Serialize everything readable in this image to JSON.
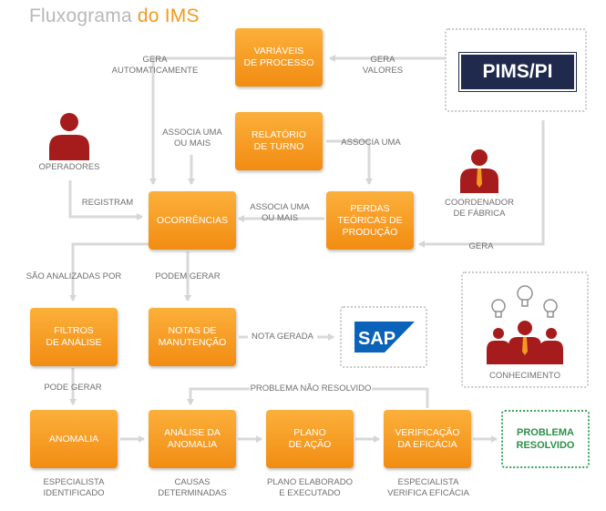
{
  "title": {
    "prefix": "Fluxograma ",
    "accent": "do IMS"
  },
  "boxes": {
    "variaveis": "VARIÁVEIS\nDE PROCESSO",
    "relatorio": "RELATÓRIO\nDE TURNO",
    "ocorrencias": "OCORRÊNCIAS",
    "perdas": "PERDAS\nTEÓRICAS DE\nPRODUÇÃO",
    "filtros": "FILTROS\nDE ANÁLISE",
    "notas": "NOTAS DE\nMANUTENÇÃO",
    "anomalia": "ANOMALIA",
    "analise": "ANÁLISE DA\nANOMALIA",
    "plano": "PLANO\nDE AÇÃO",
    "verificacao": "VERIFICAÇÃO\nDA EFICÁCIA",
    "resolvido": "PROBLEMA\nRESOLVIDO"
  },
  "labels": {
    "gera_auto": "GERA\nAUTOMATICAMENTE",
    "gera_valores": "GERA\nVALORES",
    "associa_uma_ou_mais_1": "ASSOCIA UMA\nOU MAIS",
    "associa_uma": "ASSOCIA UMA",
    "associa_uma_ou_mais_2": "ASSOCIA UMA\nOU MAIS",
    "registram": "REGISTRAM",
    "gera": "GERA",
    "sao_analizadas": "SÃO ANALIZADAS POR",
    "podem_gerar": "PODEM GERAR",
    "nota_gerada": "NOTA GERADA",
    "pode_gerar": "PODE GERAR",
    "problema_nao_resolvido": "PROBLEMA NÃO RESOLVIDO",
    "especialista_identificado": "ESPECIALISTA\nIDENTIFICADO",
    "causas": "CAUSAS\nDETERMINADAS",
    "plano_elaborado": "PLANO ELABORADO\nE EXECUTADO",
    "especialista_verifica": "ESPECIALISTA\nVERIFICA EFICÁCIA"
  },
  "actors": {
    "operadores": "OPERADORES",
    "coordenador": "COORDENADOR\nDE FÁBRICA",
    "conhecimento": "CONHECIMENTO"
  },
  "logos": {
    "pims": "PIMS/PI",
    "sap": "SAP"
  },
  "colors": {
    "box": "#f28c12",
    "connector": "#d9d9d9",
    "person": "#a61c1c",
    "green": "#3aa65a",
    "pims_bg": "#1f2a4d",
    "sap_blue": "#0a63b8"
  },
  "icons": [
    "person-icon",
    "lightbulb-icon"
  ]
}
